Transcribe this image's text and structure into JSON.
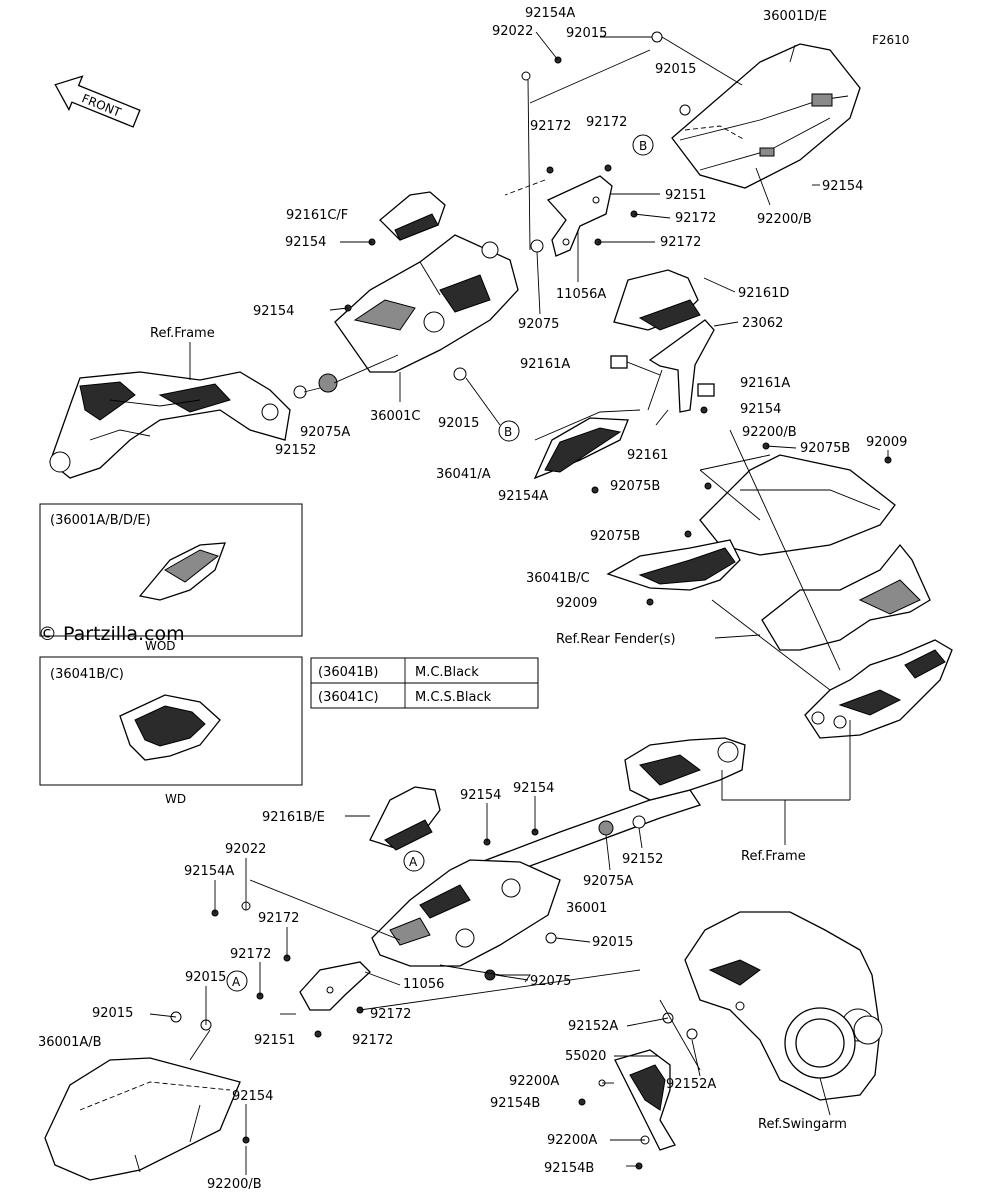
{
  "figure_code": "F2610",
  "front_label": "FRONT",
  "watermark": "© Partzilla.com",
  "ref_labels": {
    "frame_top": "Ref.Frame",
    "rear_fender": "Ref.Rear Fender(s)",
    "frame_bottom": "Ref.Frame",
    "swingarm": "Ref.Swingarm"
  },
  "callouts": {
    "A": "A",
    "B": "B"
  },
  "inset_wod": {
    "title": "(36001A/B/D/E)",
    "caption": "WOD"
  },
  "inset_wd": {
    "title": "(36041B/C)",
    "caption": "WD"
  },
  "color_table": [
    {
      "part": "(36041B)",
      "color": "M.C.Black"
    },
    {
      "part": "(36041C)",
      "color": "M.C.S.Black"
    }
  ],
  "part_labels": {
    "p92154A_top": "92154A",
    "p92022_top": "92022",
    "p92015_top": "92015",
    "p36001DE": "36001D/E",
    "p92015_b": "92015",
    "p92172_a": "92172",
    "p92172_b": "92172",
    "p92151_top": "92151",
    "p92154_r": "92154",
    "p92172_c": "92172",
    "p92200B_top": "92200/B",
    "p92172_d": "92172",
    "p92161CF": "92161C/F",
    "p92154_1": "92154",
    "p11056A": "11056A",
    "p92154_2": "92154",
    "p92075_top": "92075",
    "p92161D": "92161D",
    "p23062": "23062",
    "p92161A_l": "92161A",
    "p92161A_r": "92161A",
    "p92154_mid": "92154",
    "p92009_r": "92009",
    "p92200B_mid": "92200/B",
    "p92075B_1": "92075B",
    "p92075A_top": "92075A",
    "p36001C": "36001C",
    "p92015_c": "92015",
    "p92152_top": "92152",
    "p92161": "92161",
    "p36041A": "36041/A",
    "p92154A_mid": "92154A",
    "p92075B_2": "92075B",
    "p92075B_3": "92075B",
    "p36041BC": "36041B/C",
    "p92009_l": "92009",
    "p92161BE": "92161B/E",
    "p92154_b1": "92154",
    "p92154_b2": "92154",
    "p92022_b": "92022",
    "p92154A_b": "92154A",
    "p92152_b": "92152",
    "p92075A_b": "92075A",
    "p36001": "36001",
    "p92172_e": "92172",
    "p92015_d": "92015",
    "p92172_f": "92172",
    "p11056": "11056",
    "p92015_e": "92015",
    "p92075_b": "92075",
    "p92015_f": "92015",
    "p92172_g": "92172",
    "p36001AB": "36001A/B",
    "p92151_b": "92151",
    "p92172_h": "92172",
    "p92154_c": "92154",
    "p92200B_b": "92200/B",
    "p92152A_1": "92152A",
    "p55020": "55020",
    "p92152A_2": "92152A",
    "p92200A_1": "92200A",
    "p92154B_1": "92154B",
    "p92200A_2": "92200A",
    "p92154B_2": "92154B"
  }
}
